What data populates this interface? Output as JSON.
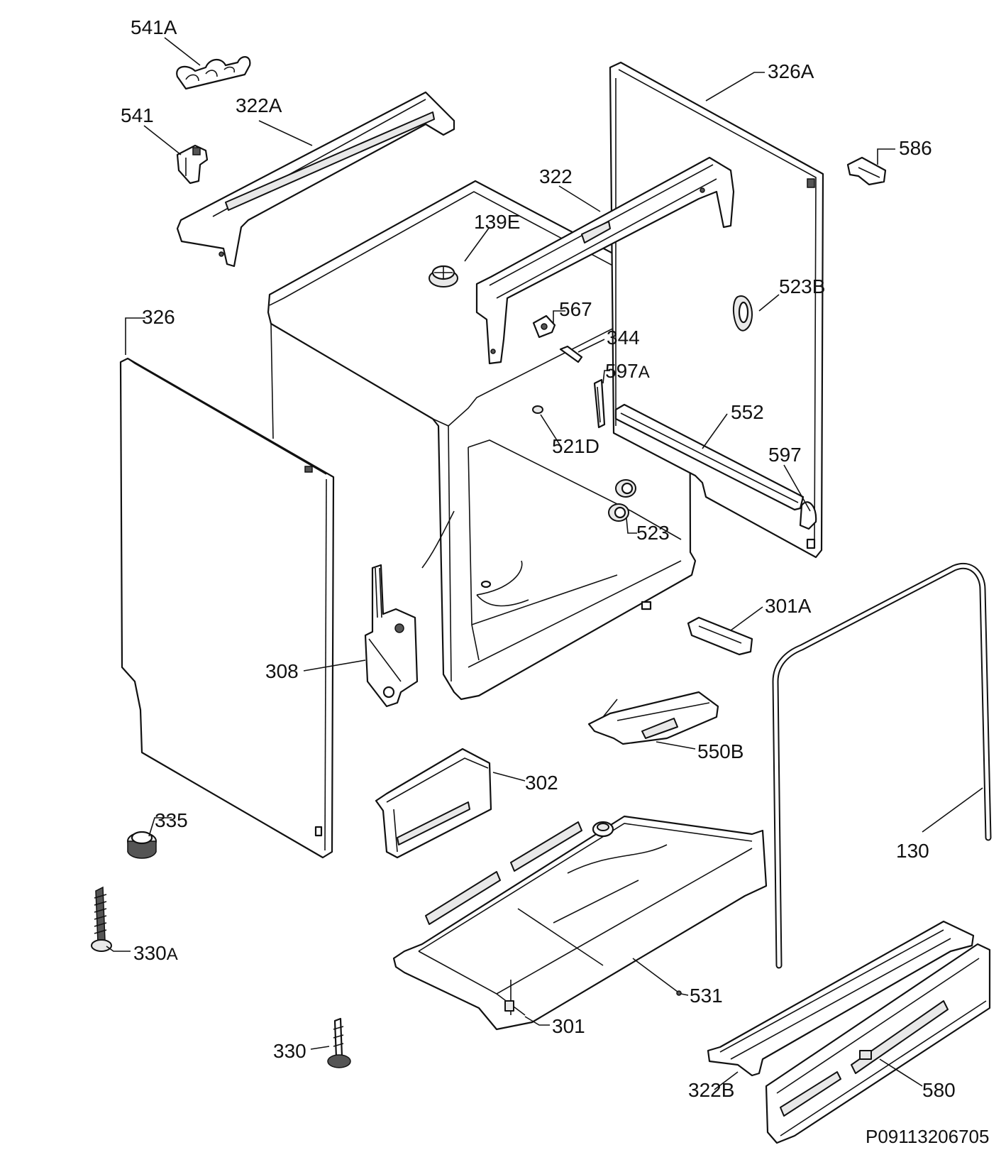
{
  "diagram": {
    "reference": "P09113206705",
    "parts": [
      {
        "id": "541a",
        "label": "541A"
      },
      {
        "id": "541",
        "label": "541"
      },
      {
        "id": "322a",
        "label": "322A"
      },
      {
        "id": "326a",
        "label": "326A"
      },
      {
        "id": "586",
        "label": "586"
      },
      {
        "id": "322",
        "label": "322"
      },
      {
        "id": "139e",
        "label": "139E"
      },
      {
        "id": "523b",
        "label": "523B"
      },
      {
        "id": "326",
        "label": "326"
      },
      {
        "id": "567",
        "label": "567"
      },
      {
        "id": "344",
        "label": "344"
      },
      {
        "id": "597a",
        "label": "597",
        "suffix": "A"
      },
      {
        "id": "552",
        "label": "552"
      },
      {
        "id": "521d",
        "label": "521D"
      },
      {
        "id": "597",
        "label": "597"
      },
      {
        "id": "523",
        "label": "523"
      },
      {
        "id": "301a",
        "label": "301A"
      },
      {
        "id": "308",
        "label": "308"
      },
      {
        "id": "550b",
        "label": "550B"
      },
      {
        "id": "302",
        "label": "302"
      },
      {
        "id": "335",
        "label": "335"
      },
      {
        "id": "130",
        "label": "130"
      },
      {
        "id": "330a",
        "label": "330",
        "suffix": "A"
      },
      {
        "id": "531",
        "label": "531"
      },
      {
        "id": "301",
        "label": "301"
      },
      {
        "id": "330",
        "label": "330"
      },
      {
        "id": "322b",
        "label": "322B"
      },
      {
        "id": "580",
        "label": "580"
      }
    ]
  }
}
